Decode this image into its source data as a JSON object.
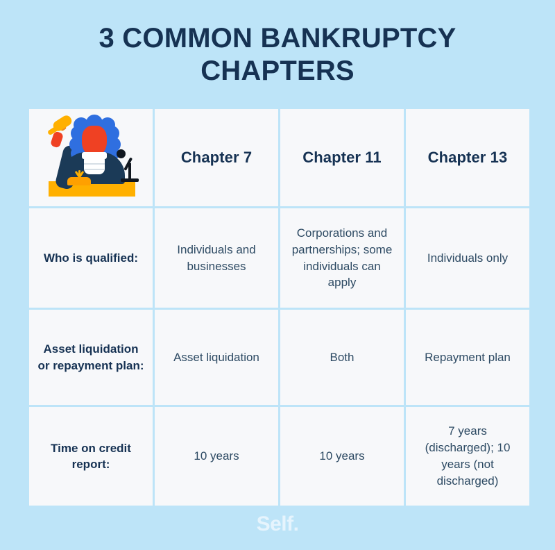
{
  "page": {
    "background_color": "#bde4f8",
    "title": "3 Common Bankruptcy Chapters",
    "title_color": "#163253"
  },
  "table": {
    "cell_background": "#f7f8fa",
    "illustration_alt": "judge-illustration",
    "column_headers": [
      "",
      "Chapter 7",
      "Chapter 11",
      "Chapter 13"
    ],
    "rows": [
      {
        "label": "Who is qualified:",
        "values": [
          "Individuals and businesses",
          "Corporations and partnerships; some individuals can apply",
          "Individuals only"
        ]
      },
      {
        "label": "Asset liquidation or repayment plan:",
        "values": [
          "Asset liquidation",
          "Both",
          "Repayment plan"
        ]
      },
      {
        "label": "Time on credit report:",
        "values": [
          "10 years",
          "10 years",
          "7 years (discharged); 10 years (not discharged)"
        ]
      }
    ]
  },
  "footer": {
    "logo_text": "Self.",
    "logo_color": "#e6f4fd"
  },
  "illustration_colors": {
    "wig": "#2f6fe0",
    "face": "#ef4123",
    "robe": "#1b3a57",
    "gavel": "#ffb000",
    "desk": "#ffb000",
    "collar": "#ffffff",
    "microphone": "#111820"
  }
}
